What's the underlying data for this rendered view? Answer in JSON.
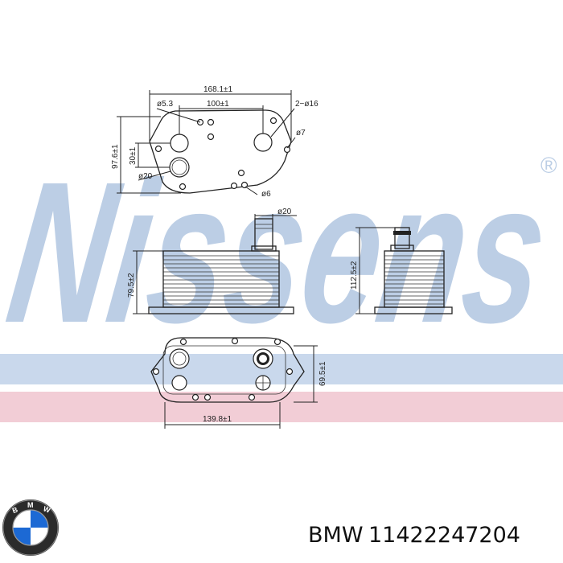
{
  "watermark": {
    "text": "Nissens",
    "registered_mark": "®",
    "color": "#b9cce4"
  },
  "bands": {
    "blue": "#c9d8ec",
    "pink": "#f2cdd6"
  },
  "dimensions": {
    "top_width": "168.1±1",
    "hole_dia_small": "ø5.3",
    "hole_spacing": "100±1",
    "two_holes": "2−ø16",
    "hole_dia_7": "ø7",
    "height_top": "97.6±1",
    "vertical_spacing": "30±1",
    "port_dia": "ø20",
    "hole_dia_6": "ø6",
    "spigot_dia": "ø20",
    "body_height": "79.5±2",
    "side_height": "112.5±2",
    "base_height": "69.5±1",
    "base_width": "139.8±1"
  },
  "brand": {
    "name": "BMW",
    "part_number": "11422247204",
    "logo_colors": {
      "ring": "#2b2b2b",
      "blue": "#1c69d4",
      "white": "#ffffff"
    }
  }
}
